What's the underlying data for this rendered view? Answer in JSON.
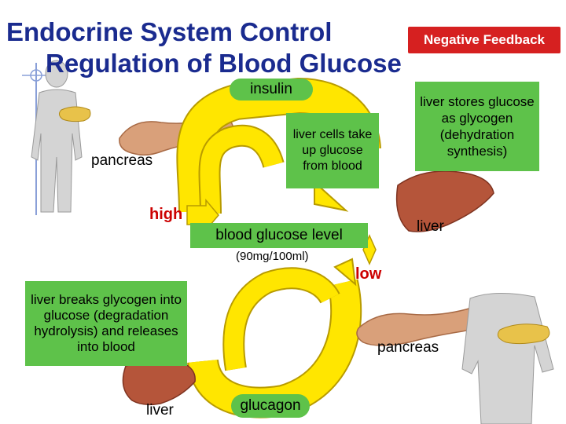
{
  "title": {
    "line1": "Endocrine System Control",
    "line2": "Regulation of Blood Glucose"
  },
  "badge": "Negative Feedback",
  "labels": {
    "insulin": "insulin",
    "liver_cells": "liver cells take up glucose from blood",
    "liver_stores": "liver stores glucose as glycogen (dehydration synthesis)",
    "pancreas_top": "pancreas",
    "high": "high",
    "blood_glucose": "blood glucose level",
    "normal": "(90mg/100ml)",
    "low": "low",
    "liver_right": "liver",
    "liver_breaks": "liver breaks glycogen into glucose (degradation hydrolysis) and releases into blood",
    "pancreas_bottom": "pancreas",
    "liver_bottom": "liver",
    "glucagon": "glucagon"
  },
  "colors": {
    "title": "#1a2b8f",
    "badge": "#d62020",
    "green_box": "#5ec24a",
    "arrow_yellow": "#ffe600",
    "arrow_outline": "#b89b00",
    "liver": "#b5553a",
    "pancreas": "#d9a07a"
  }
}
